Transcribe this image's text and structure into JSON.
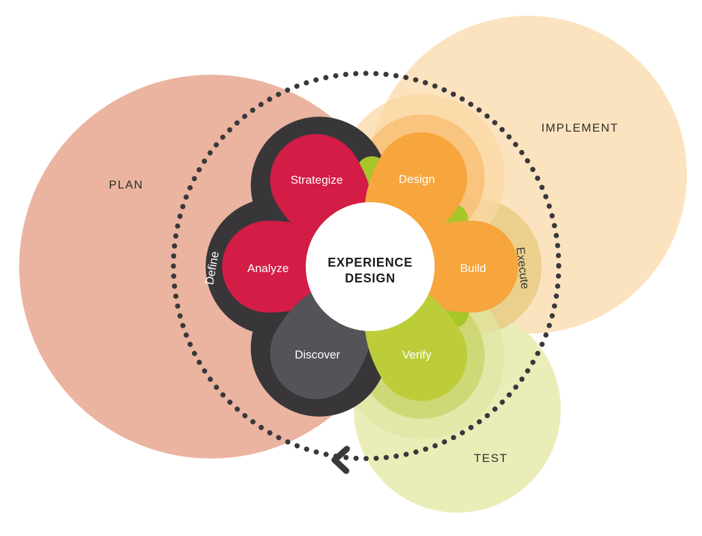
{
  "title": "Experience Design process diagram",
  "center": {
    "line1": "EXPERIENCE",
    "line2": "DESIGN"
  },
  "regions": {
    "plan": "PLAN",
    "implement": "IMPLEMENT",
    "test": "TEST"
  },
  "phases": {
    "strategize": "Strategize",
    "design": "Design",
    "analyze": "Analyze",
    "build": "Build",
    "discover": "Discover",
    "verify": "Verify",
    "define": "Define",
    "execute": "Execute"
  },
  "colors": {
    "background": "#ffffff",
    "plan_circle": "#eab4a0",
    "implement_circle": "#fce3bf",
    "test_circle": "#eaedb7",
    "dark_petal": "#383639",
    "discover_petal": "#565358",
    "red_petal": "#d31c46",
    "orange_petal": "#f6a63d",
    "orange_halo": "#f8c077",
    "orange_halo_light": "#fbd8a3",
    "khaki_petal": "#e8cd86",
    "green_petal": "#bccd39",
    "green_halo": "#cbd56d",
    "green_halo_light": "#dfe5a1",
    "accent_green": "#a6c629",
    "dots": "#3a383b",
    "hub": "#ffffff",
    "text_light": "#ffffff",
    "text_dark": "#2d2b2d",
    "text_execute": "#3b3930",
    "text_center": "#1e1c1e"
  }
}
